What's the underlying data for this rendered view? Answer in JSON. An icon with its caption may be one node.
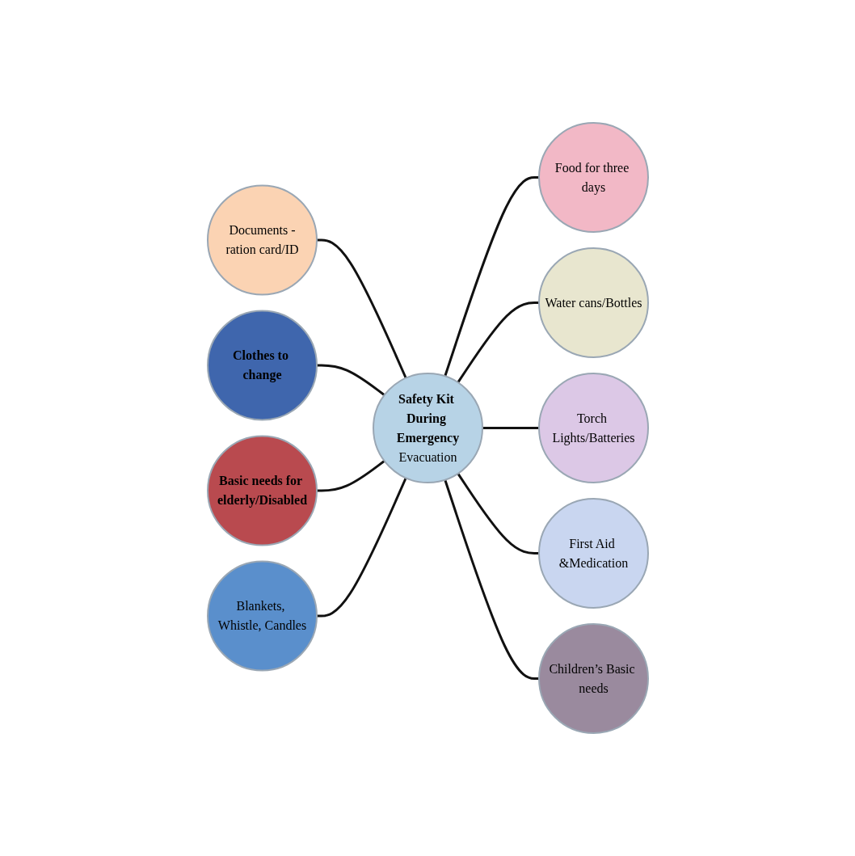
{
  "diagram": {
    "nodes": [
      {
        "text": [
          "Safety Kit During Emergency",
          "Evacuation"
        ]
      },
      {
        "text": [
          "Food for three days"
        ]
      },
      {
        "text": [
          "Water cans/Bottles"
        ]
      },
      {
        "text": [
          "Torch Lights/Batteries"
        ]
      },
      {
        "text": [
          "First Aid &Medication"
        ]
      },
      {
        "text": [
          "Children’s Basic needs"
        ]
      },
      {
        "text": [
          "Documents -ration card/ID"
        ]
      },
      {
        "text": [
          "Clothes to change"
        ]
      },
      {
        "text": [
          "Basic needs for elderly/Disabled"
        ]
      },
      {
        "text": [
          "Blankets, Whistle, Candles"
        ]
      }
    ],
    "edges": [
      {
        "from": 0,
        "to": 1,
        "arrow": "none"
      },
      {
        "from": 0,
        "to": 2,
        "arrow": "none"
      },
      {
        "from": 0,
        "to": 3,
        "arrow": "none"
      },
      {
        "from": 0,
        "to": 4,
        "arrow": "none"
      },
      {
        "from": 0,
        "to": 5,
        "arrow": "none"
      },
      {
        "from": 6,
        "to": 0,
        "arrow": "none"
      },
      {
        "from": 7,
        "to": 0,
        "arrow": "none"
      },
      {
        "from": 8,
        "to": 0,
        "arrow": "none"
      },
      {
        "from": 9,
        "to": 0,
        "arrow": "none"
      }
    ]
  }
}
